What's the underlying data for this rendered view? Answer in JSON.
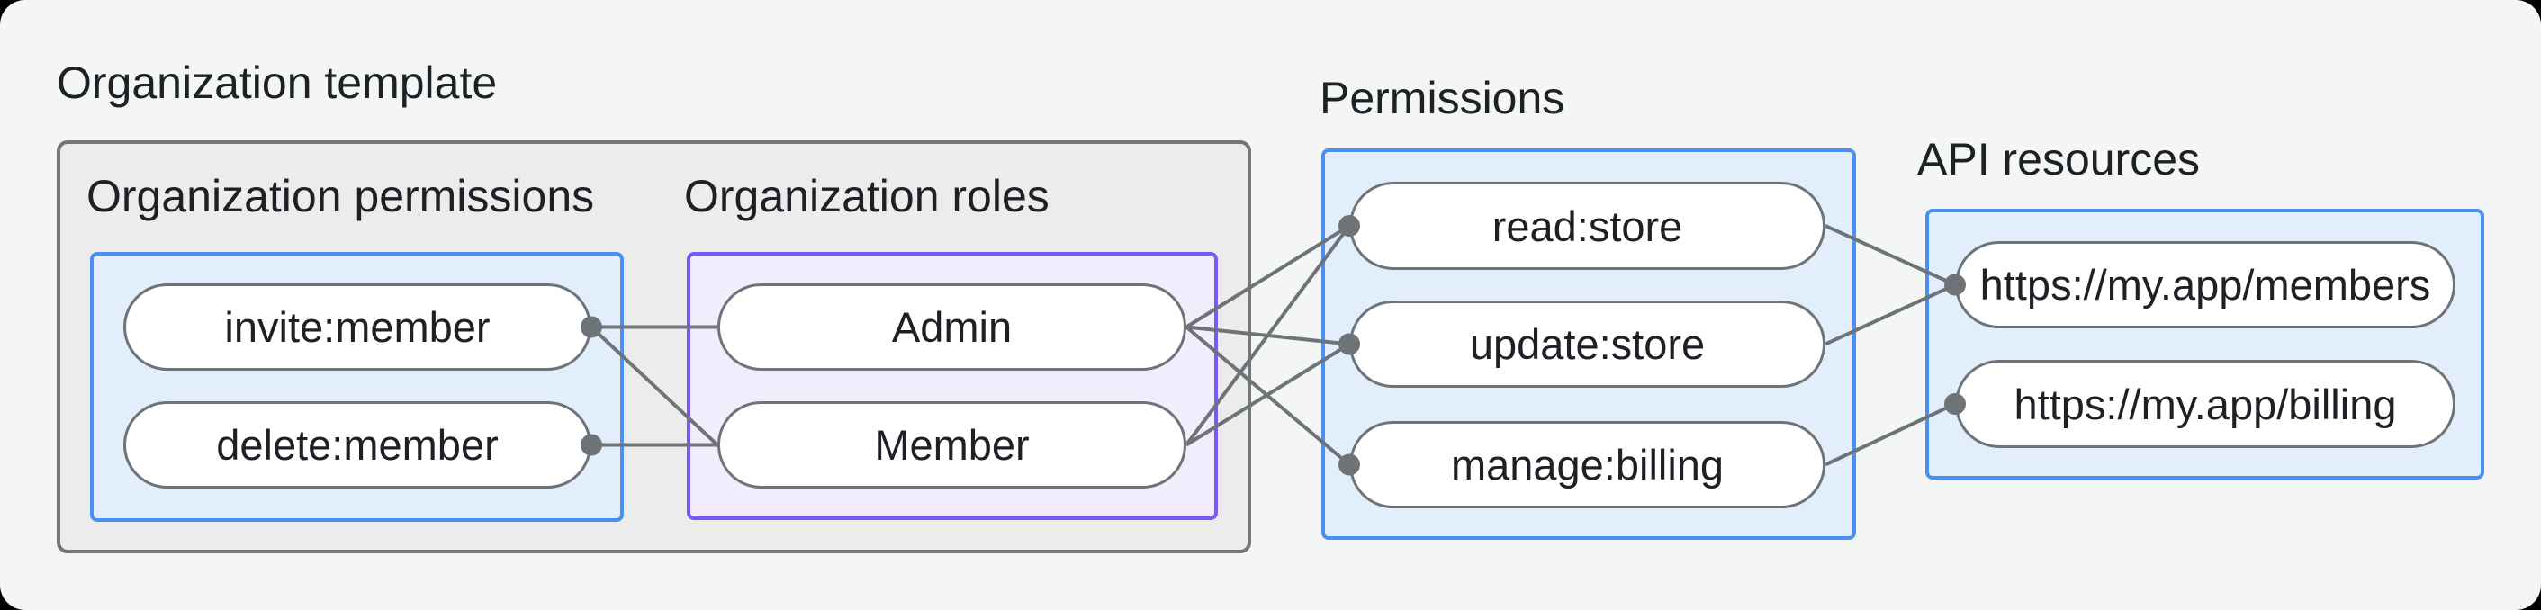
{
  "title": "Organization template",
  "groups": {
    "org_permissions": {
      "label": "Organization permissions",
      "nodes": [
        "invite:member",
        "delete:member"
      ]
    },
    "org_roles": {
      "label": "Organization roles",
      "nodes": [
        "Admin",
        "Member"
      ]
    },
    "permissions": {
      "label": "Permissions",
      "nodes": [
        "read:store",
        "update:store",
        "manage:billing"
      ]
    },
    "api_resources": {
      "label": "API resources",
      "nodes": [
        "https://my.app/members",
        "https://my.app/billing"
      ]
    }
  },
  "edges": [
    {
      "from": "invite",
      "to": "admin"
    },
    {
      "from": "invite",
      "to": "member"
    },
    {
      "from": "delete",
      "to": "member"
    },
    {
      "from": "admin",
      "to": "read"
    },
    {
      "from": "admin",
      "to": "update"
    },
    {
      "from": "admin",
      "to": "manage"
    },
    {
      "from": "member",
      "to": "read"
    },
    {
      "from": "member",
      "to": "update"
    },
    {
      "from": "read",
      "to": "members"
    },
    {
      "from": "update",
      "to": "members"
    },
    {
      "from": "manage",
      "to": "billing"
    }
  ],
  "colors": {
    "background": "#f4f5f5",
    "template_box_fill": "#ebeceb",
    "template_box_border": "#747779",
    "blue_box_border": "#4a90f2",
    "blue_box_fill": "#e2eefb",
    "purple_box_border": "#7a58f6",
    "purple_box_fill": "#f2edfd",
    "pill_border": "#6d7377",
    "pill_fill": "#ffffff",
    "connector": "#6d7377",
    "text": "#1d2126"
  }
}
